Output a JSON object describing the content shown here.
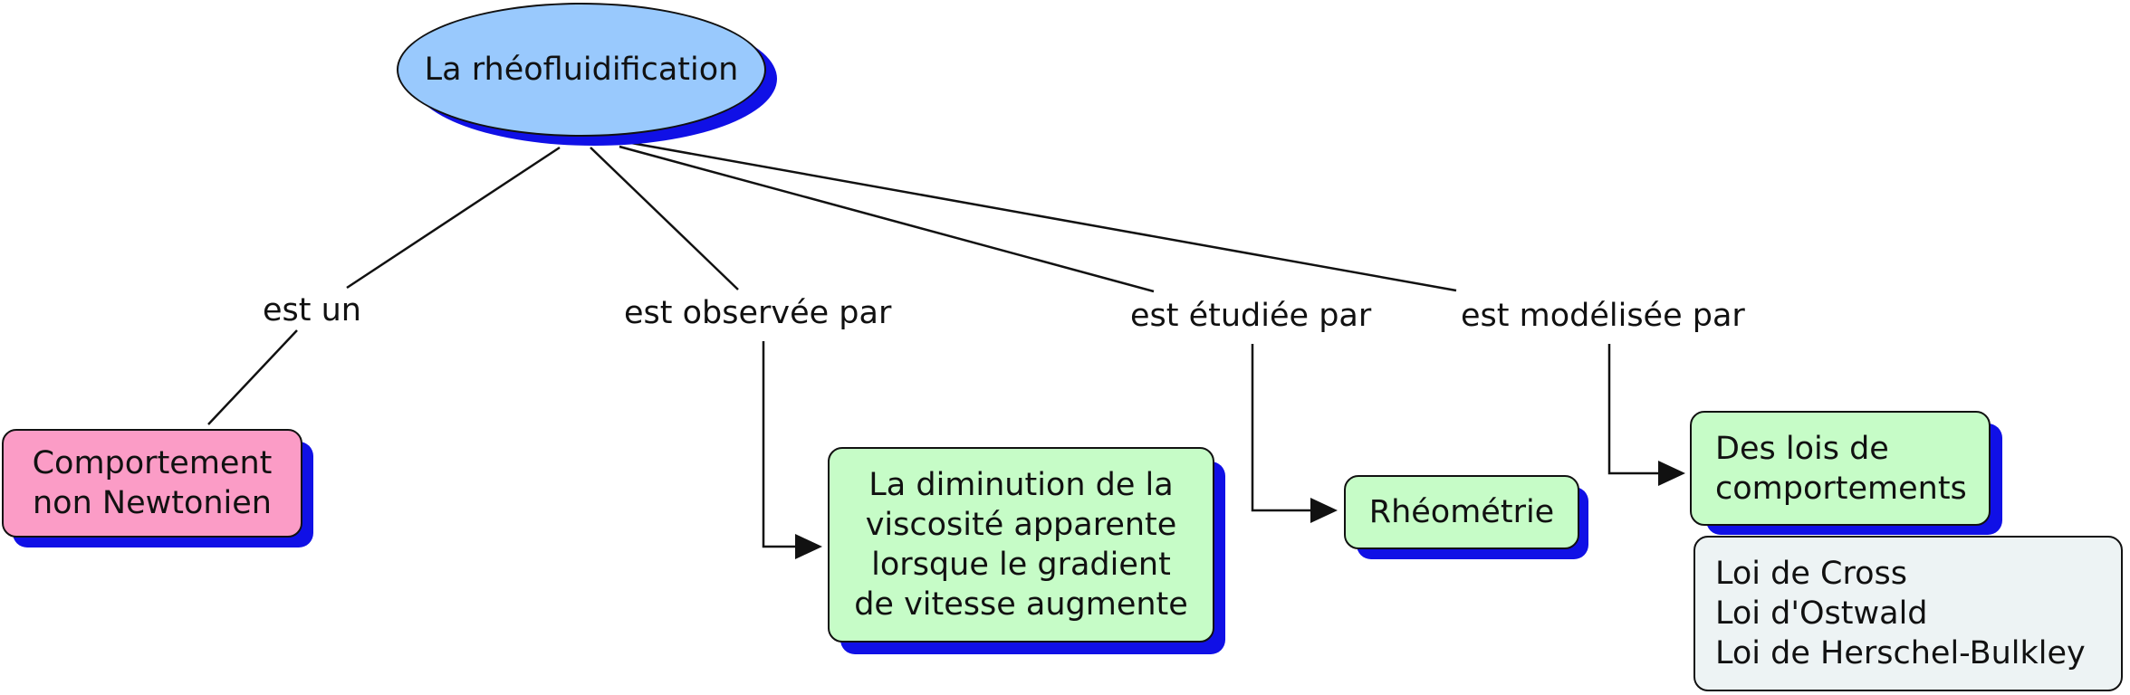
{
  "root": {
    "label": "La rhéofluidification",
    "color": "#99c9fd"
  },
  "links": {
    "est_un": "est un",
    "observee": "est observée par",
    "etudiee": "est étudiée par",
    "modelisee": "est modélisée par"
  },
  "nodes": {
    "comportement": {
      "lines": [
        "Comportement",
        "non Newtonien"
      ],
      "color": "#fb9cc6"
    },
    "diminution": {
      "lines": [
        "La diminution de la",
        "viscosité apparente",
        "lorsque le gradient",
        "de vitesse augmente"
      ],
      "color": "#c6fcc7"
    },
    "rheometrie": {
      "lines": [
        "Rhéométrie"
      ],
      "color": "#c6fcc7"
    },
    "lois": {
      "lines": [
        "Des lois de",
        "comportements"
      ],
      "color": "#c6fcc7"
    },
    "exemples": {
      "lines": [
        "Loi de Cross",
        "Loi d'Ostwald",
        "Loi de Herschel-Bulkley"
      ],
      "color": "#edf3f4"
    }
  },
  "shadow_color": "#1010e6"
}
